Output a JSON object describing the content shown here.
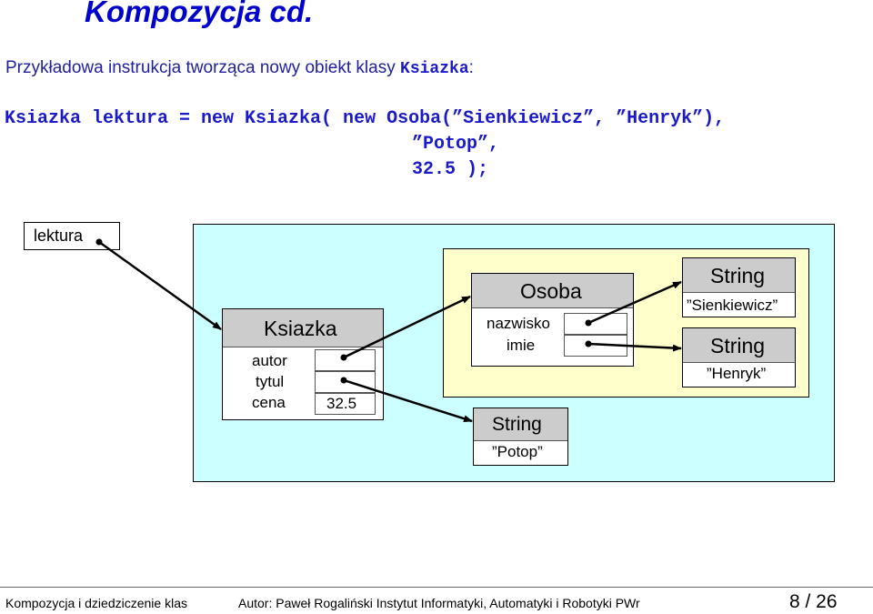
{
  "slide": {
    "title": "Kompozycja cd.",
    "intro_text": "Przykładowa instrukcja tworząca nowy obiekt klasy ",
    "intro_class": "Ksiazka",
    "intro_colon": ":",
    "code_line1": "Ksiazka lektura = new Ksiazka( new Osoba(”Sienkiewicz”, ”Henryk”),",
    "code_line2": "”Potop”,",
    "code_line3": "32.5 );"
  },
  "diagram": {
    "ref_label": "lektura",
    "ksiazka": {
      "header": "Ksiazka",
      "field_autor": "autor",
      "field_tytul": "tytul",
      "field_cena": "cena",
      "cena_value": "32.5"
    },
    "osoba": {
      "header": "Osoba",
      "field_nazwisko": "nazwisko",
      "field_imie": "imie"
    },
    "string_potop": {
      "header": "String",
      "value": "”Potop”"
    },
    "string_sienkiewicz": {
      "header": "String",
      "value": "”Sienkiewicz”"
    },
    "string_henryk": {
      "header": "String",
      "value": "”Henryk”"
    }
  },
  "footer": {
    "course": "Kompozycja i dziedziczenie klas",
    "author": "Autor: Paweł Rogaliński   Instytut Informatyki, Automatyki i Robotyki PWr",
    "page": "8 / 26"
  }
}
